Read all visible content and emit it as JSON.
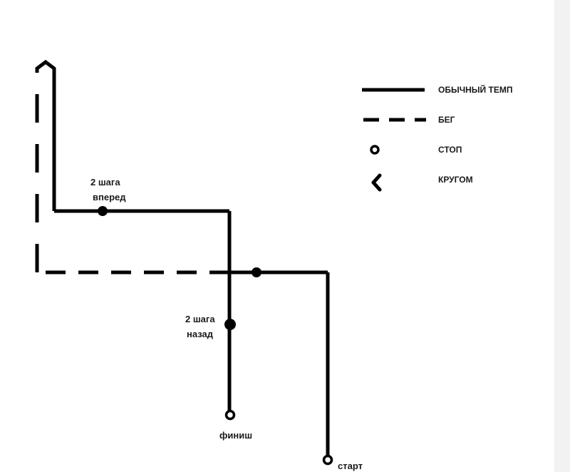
{
  "legend": {
    "normal": "ОБЫЧНЫЙ ТЕМП",
    "run": "БЕГ",
    "stop": "СТОП",
    "turn": "КРУГОМ"
  },
  "labels": {
    "forward_1": "2 шага",
    "forward_2": "вперед",
    "back_1": "2 шага",
    "back_2": "назад",
    "finish": "финиш",
    "start": "старт"
  },
  "colors": {
    "ink": "#000000",
    "strip": "#f2f2f2"
  }
}
